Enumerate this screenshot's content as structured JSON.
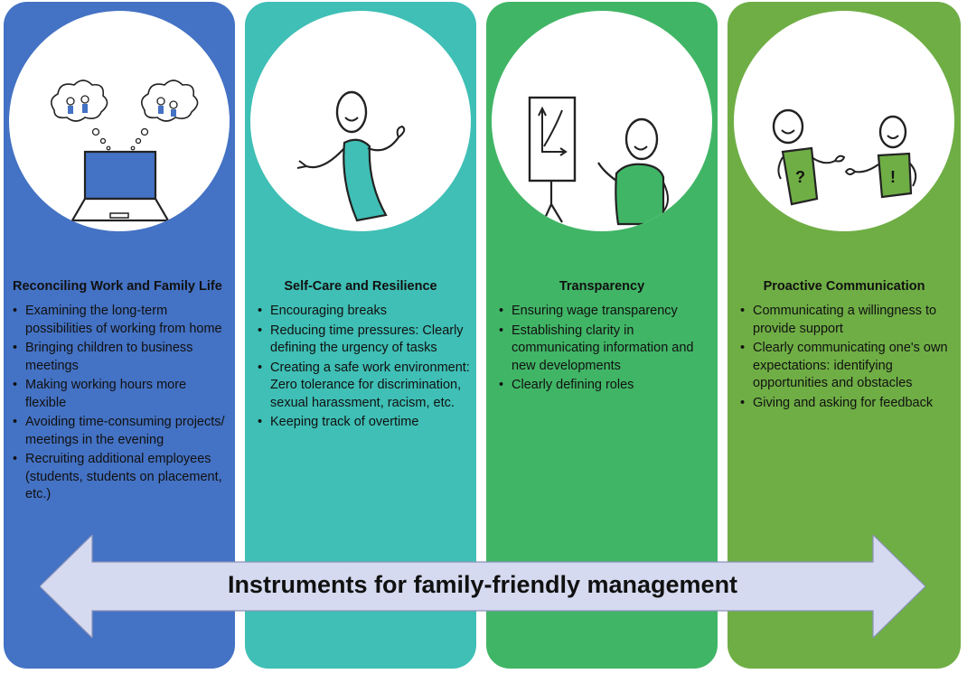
{
  "columns": [
    {
      "title": "Reconciling Work and Family Life",
      "color": "#4472c4",
      "illustration": "laptop-with-thought-bubbles-icon",
      "items": [
        "Examining the long-term possibilities of working from home",
        "Bringing children to business meetings",
        "Making working hours more flexible",
        "Avoiding time-consuming projects/ meetings in the evening",
        "Recruiting additional employees (students, students on placement, etc.)"
      ]
    },
    {
      "title": "Self-Care and Resilience",
      "color": "#3fbfb5",
      "illustration": "stick-figure-relaxed-icon",
      "items": [
        "Encouraging breaks",
        "Reducing time pressures: Clearly defining the urgency of tasks",
        "Creating a safe work environment: Zero tolerance for discrimination, sexual harassment, racism, etc.",
        "Keeping track of overtime"
      ]
    },
    {
      "title": "Transparency",
      "color": "#41b566",
      "illustration": "figure-with-flipchart-icon",
      "items": [
        "Ensuring wage transparency",
        "Establishing clarity in communicating information and new developments",
        "Clearly defining roles"
      ]
    },
    {
      "title": "Proactive Communication",
      "color": "#6fae45",
      "illustration": "two-figures-talking-icon",
      "items": [
        "Communicating a willingness to provide support",
        "Clearly communicating one's own expectations: identifying opportunities and obstacles",
        "Giving and asking for feedback"
      ]
    }
  ],
  "banner": {
    "label": "Instruments for family-friendly management",
    "color": "#d5daf0"
  }
}
